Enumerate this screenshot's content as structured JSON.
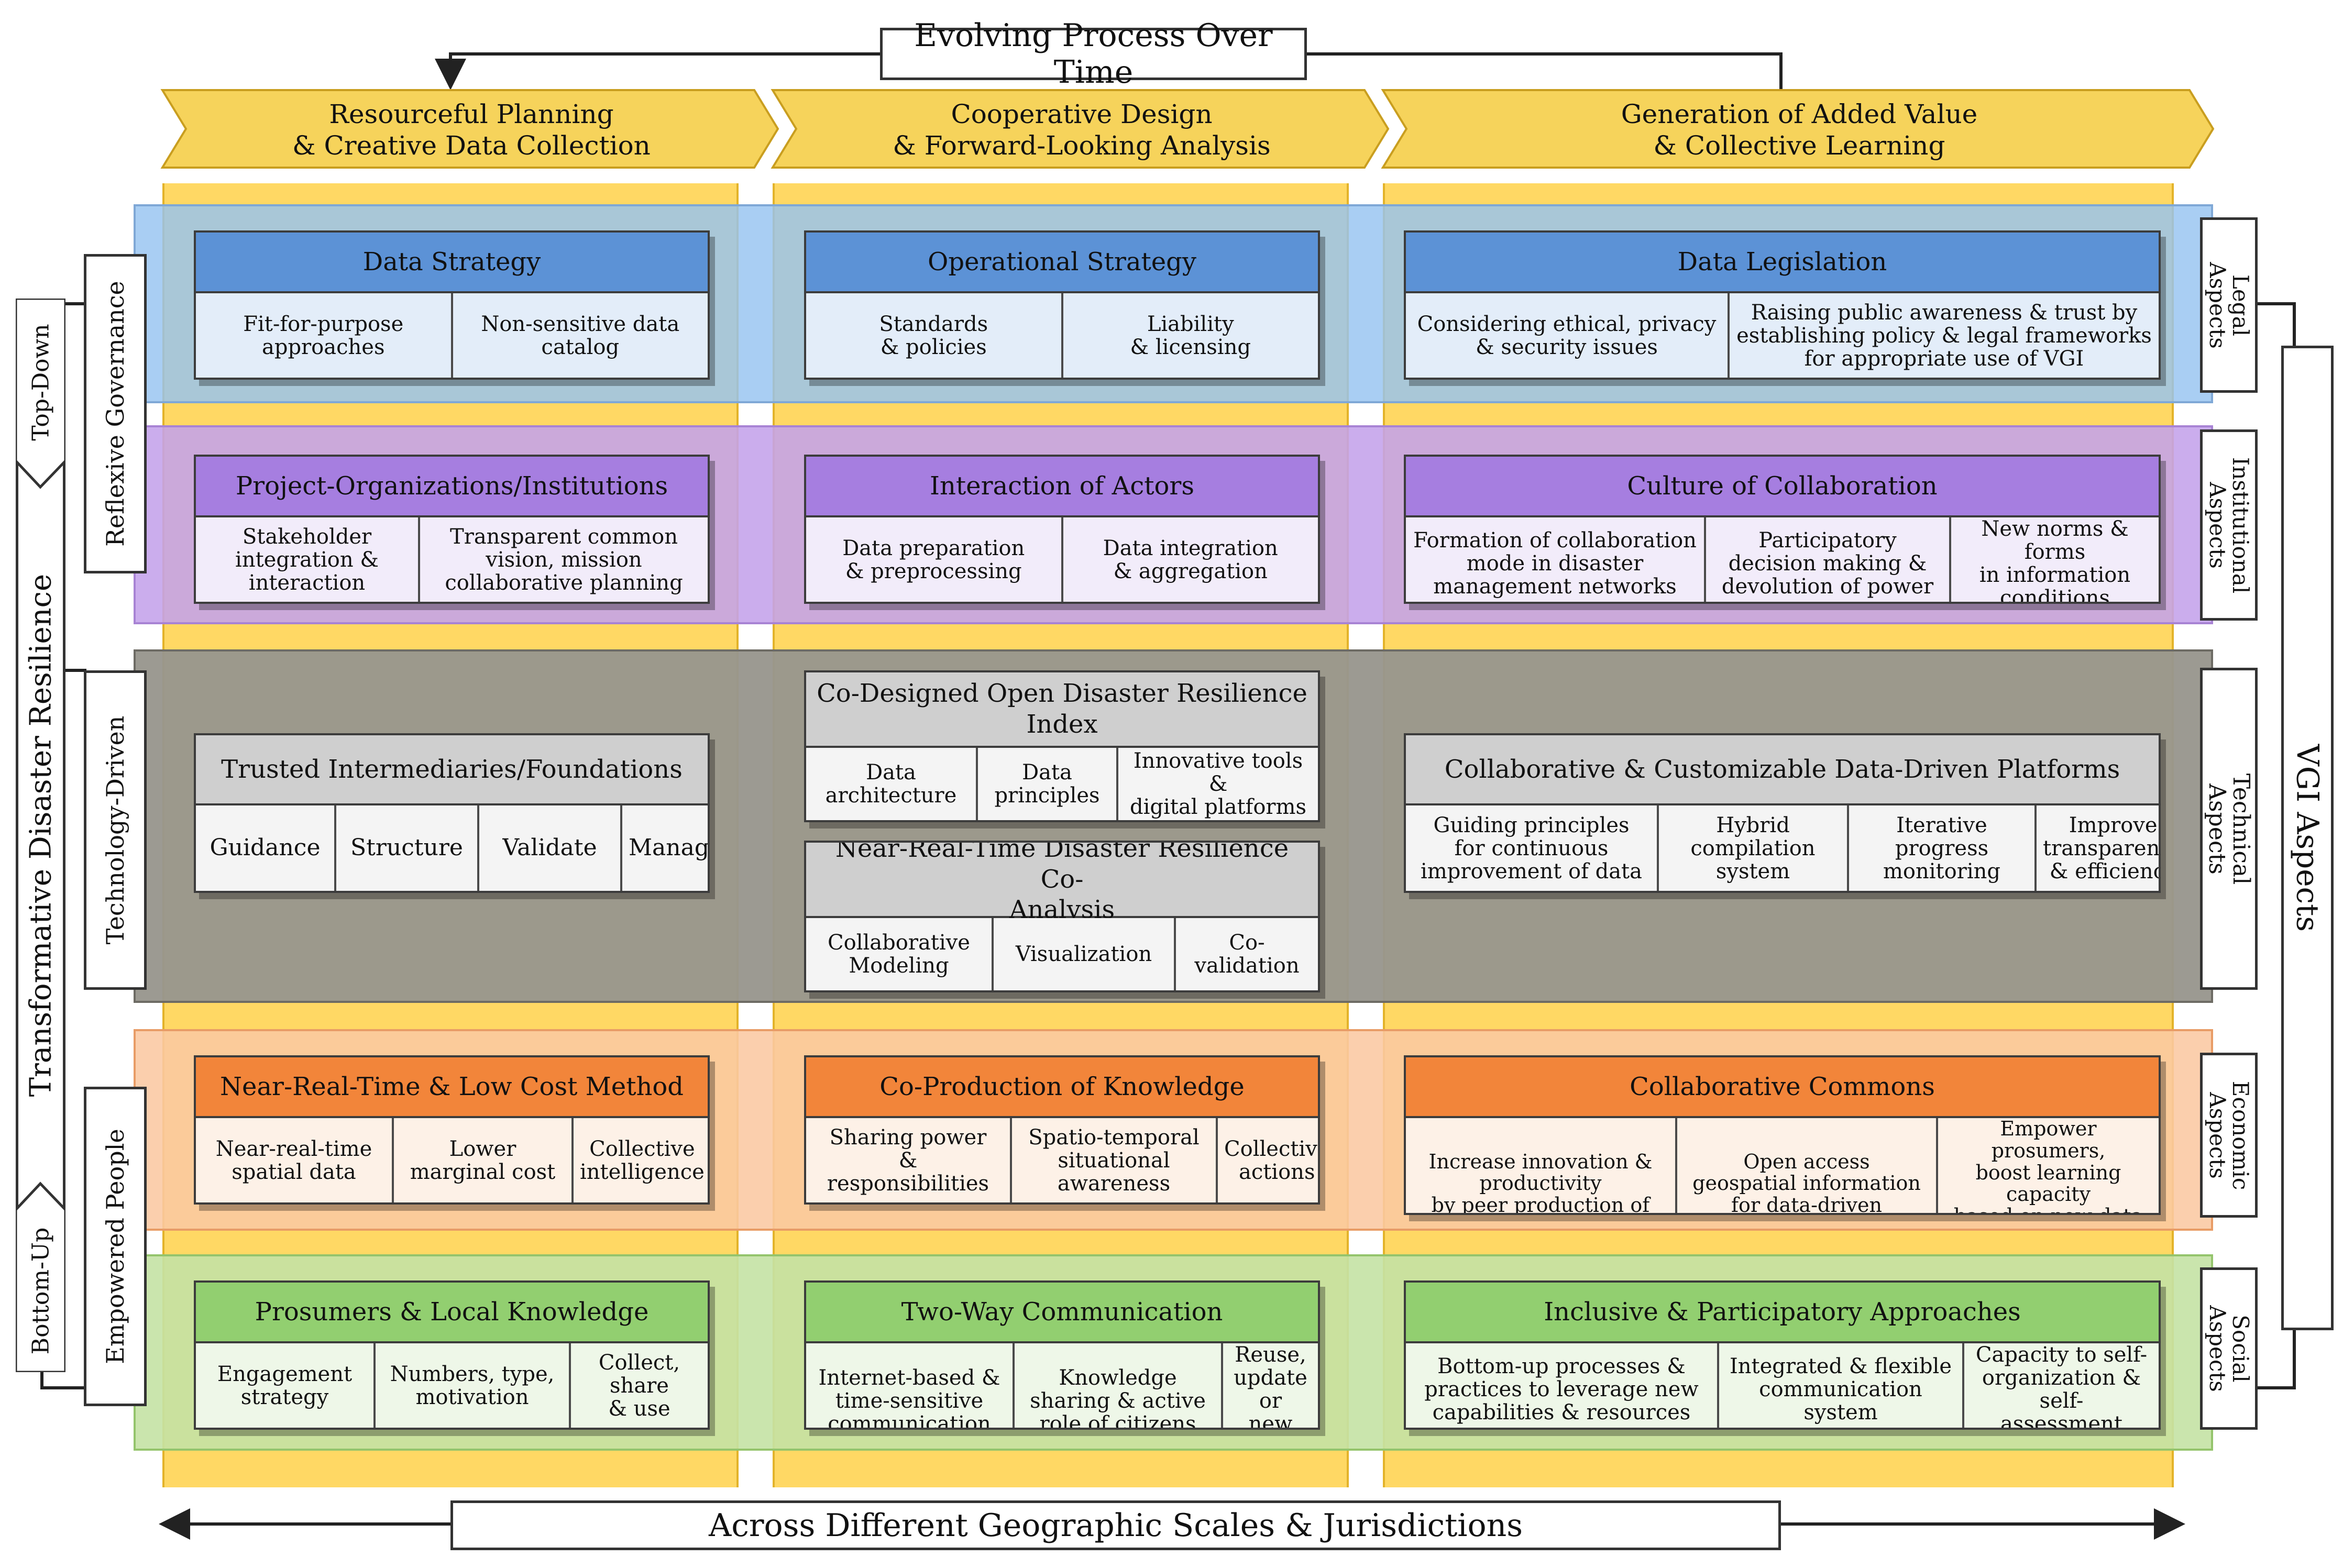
{
  "title": "Evolving Process Over Time",
  "bottom_label": "Across Different Geographic Scales & Jurisdictions",
  "left_axis": {
    "title": "Transformative Disaster Resilience",
    "top": "Top-Down",
    "bottom": "Bottom-Up"
  },
  "right_axis": {
    "title": "VGI Aspects"
  },
  "columns": [
    {
      "label": "Resourceful Planning\n& Creative Data Collection"
    },
    {
      "label": "Cooperative Design\n& Forward-Looking Analysis"
    },
    {
      "label": "Generation of Added Value\n& Collective Learning"
    }
  ],
  "governance_labels": [
    "Reflexive Governance",
    "Technology-Driven",
    "Empowered People"
  ],
  "aspects": [
    "Legal\nAspects",
    "Institutional\nAspects",
    "Technical Aspects",
    "Economic\nAspects",
    "Social\nAspects"
  ],
  "colors": {
    "legal": "#5c92d6",
    "institutional": "#a67ee0",
    "technical": "#cfcfcf",
    "economic": "#f2853a",
    "social": "#92cf70",
    "column": "#ffd864"
  },
  "cards": {
    "data_strategy": {
      "title": "Data Strategy",
      "items": [
        "Fit-for-purpose\napproaches",
        "Non-sensitive data\ncatalog"
      ]
    },
    "operational_strategy": {
      "title": "Operational Strategy",
      "items": [
        "Standards\n& policies",
        "Liability\n& licensing"
      ]
    },
    "data_legislation": {
      "title": "Data Legislation",
      "items": [
        "Considering ethical, privacy\n& security issues",
        "Raising public awareness & trust by\nestablishing policy & legal frameworks\nfor appropriate use of VGI"
      ]
    },
    "project_orgs": {
      "title": "Project-Organizations/Institutions",
      "items": [
        "Stakeholder\nintegration &\ninteraction",
        "Transparent common\nvision, mission\ncollaborative planning"
      ]
    },
    "interaction_actors": {
      "title": "Interaction of Actors",
      "items": [
        "Data preparation\n& preprocessing",
        "Data integration\n& aggregation"
      ]
    },
    "culture_collab": {
      "title": "Culture of Collaboration",
      "items": [
        "Formation of collaboration\nmode in disaster\nmanagement networks",
        "Participatory\ndecision making &\ndevolution of power",
        "New norms & forms\nin information\nconditions"
      ]
    },
    "trusted_intermediaries": {
      "title": "Trusted Intermediaries/Foundations",
      "items": [
        "Guidance",
        "Structure",
        "Validate",
        "Manage"
      ]
    },
    "co_designed_index": {
      "title": "Co-Designed Open Disaster Resilience\nIndex",
      "items": [
        "Data\narchitecture",
        "Data\nprinciples",
        "Innovative tools &\ndigital platforms"
      ]
    },
    "near_real_time_analysis": {
      "title": "Near-Real-Time Disaster Resilience Co-\nAnalysis",
      "items": [
        "Collaborative\nModeling",
        "Visualization",
        "Co-validation"
      ]
    },
    "collab_platforms": {
      "title": "Collaborative & Customizable Data-Driven Platforms",
      "items": [
        "Guiding principles\nfor continuous\nimprovement of data",
        "Hybrid\ncompilation\nsystem",
        "Iterative\nprogress\nmonitoring",
        "Improve\ntransparency\n& efficiency"
      ]
    },
    "low_cost_method": {
      "title": "Near-Real-Time & Low Cost Method",
      "items": [
        "Near-real-time\nspatial data",
        "Lower\nmarginal cost",
        "Collective\nintelligence"
      ]
    },
    "co_production": {
      "title": "Co-Production of Knowledge",
      "items": [
        "Sharing power\n&\nresponsibilities",
        "Spatio-temporal\nsituational\nawareness",
        "Collective\nactions"
      ]
    },
    "collab_commons": {
      "title": "Collaborative Commons",
      "items": [
        "Increase innovation &\nproductivity\nby peer production of\nopen and free data",
        "Open access\ngeospatial information\nfor data-driven\ndecision making",
        "Empower prosumers,\nboost learning capacity\nbased on new data\nsources & technology"
      ]
    },
    "prosumers": {
      "title": "Prosumers & Local Knowledge",
      "items": [
        "Engagement\nstrategy",
        "Numbers, type,\nmotivation",
        "Collect, share\n& use"
      ]
    },
    "two_way": {
      "title": "Two-Way Communication",
      "items": [
        "Internet-based &\ntime-sensitive\ncommunication",
        "Knowledge\nsharing & active\nrole of citizens",
        "Reuse,\nupdate or\nnew data"
      ]
    },
    "inclusive": {
      "title": "Inclusive & Participatory Approaches",
      "items": [
        "Bottom-up processes &\npractices to leverage new\ncapabilities & resources",
        "Integrated & flexible\ncommunication\nsystem",
        "Capacity to self-\norganization & self-\nassessment"
      ]
    }
  }
}
